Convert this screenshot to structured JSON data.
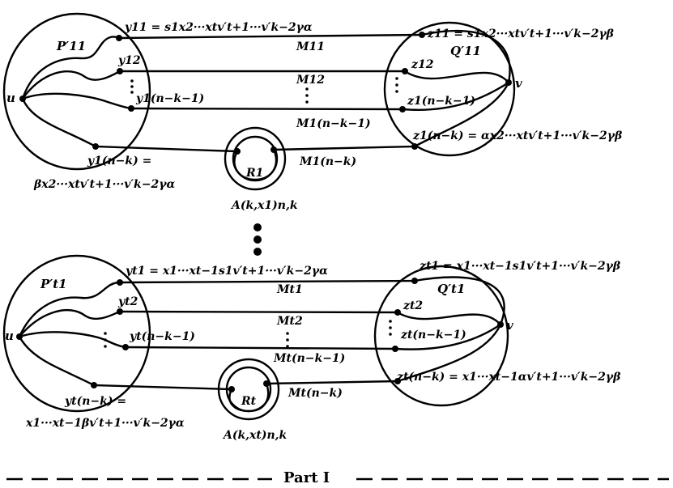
{
  "top": {
    "p_label": "P′11",
    "q_label": "Q′11",
    "u": "u",
    "v": "v",
    "y1": "y11 = s1x2···xtv′t+1···v′k−2γα",
    "z1": "z11 = s1x2···xtv′t+1···v′k−2γβ",
    "y2": "y12",
    "z2": "z12",
    "y3": "y1(n−k−1)",
    "z3": "z1(n−k−1)",
    "y4a": "y1(n−k) =",
    "y4b": "βx2···xtv′t+1···v′k−2γα",
    "z4": "z1(n−k) = αx2···xtv′t+1···v′k−2γβ",
    "m1": "M11",
    "m2": "M12",
    "m3": "M1(n−k−1)",
    "m4": "M1(n−k)",
    "r": "R1",
    "a": "A(k,x1)n,k"
  },
  "bottom": {
    "p_label": "P′t1",
    "q_label": "Q′t1",
    "u": "u",
    "v": "v",
    "y1": "yt1 = x1···xt−1s1v′t+1···v′k−2γα",
    "z1": "zt1 = x1···xt−1s1v′t+1···v′k−2γβ",
    "y2": "yt2",
    "z2": "zt2",
    "y3": "yt(n−k−1)",
    "z3": "zt(n−k−1)",
    "y4a": "yt(n−k) =",
    "y4b": "x1···xt−1βv′t+1···v′k−2γα",
    "z4": "zt(n−k) = x1···xt−1αv′t+1···v′k−2γβ",
    "m1": "Mt1",
    "m2": "Mt2",
    "m3": "Mt(n−k−1)",
    "m4": "Mt(n−k)",
    "r": "Rt",
    "a": "A(k,xt)n,k"
  },
  "footer": {
    "part_label": "Part I"
  }
}
